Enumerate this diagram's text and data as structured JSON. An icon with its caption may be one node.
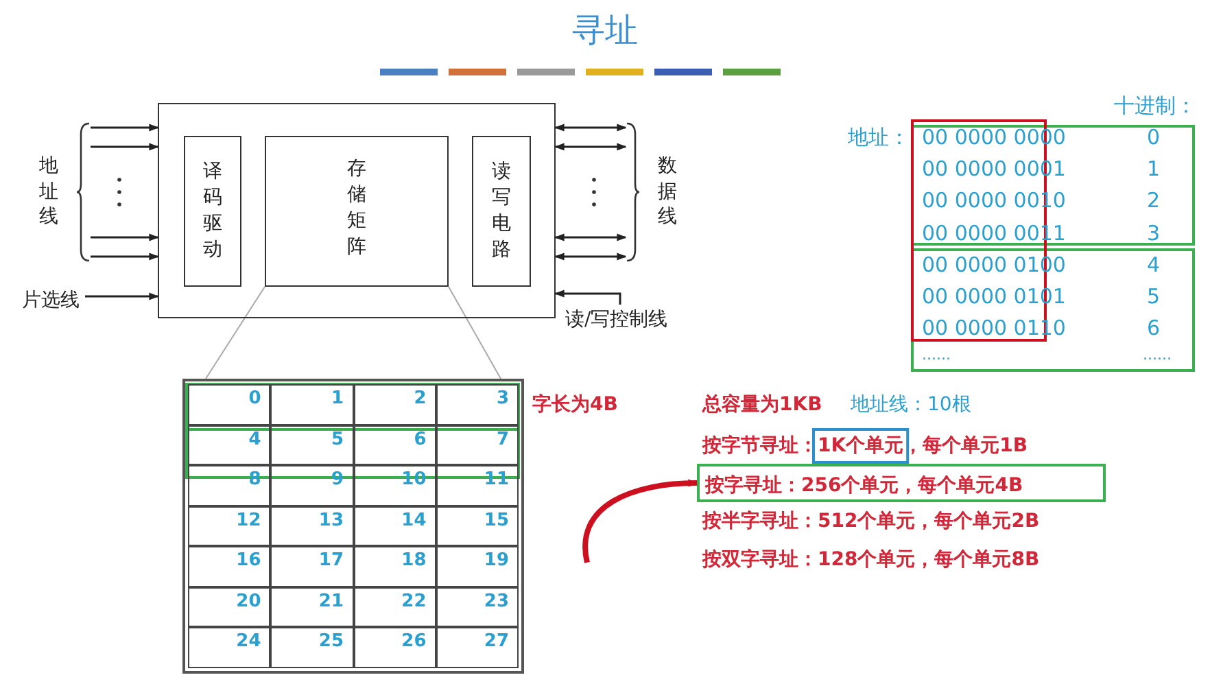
{
  "diagram": {
    "title": "寻址",
    "nodes": [
      {
        "text": [],
        "shape": "box"
      },
      {
        "text": [
          "译码驱动"
        ],
        "in": 0
      },
      {
        "text": [
          "存储矩阵"
        ],
        "in": 0
      },
      {
        "text": [
          "读写电路"
        ],
        "in": 0
      },
      {
        "text": [
          "片选线"
        ]
      },
      {
        "text": [
          "读/写控制线"
        ]
      },
      {
        "text": [
          "按字寻址：256个单元，每个单元4B"
        ]
      },
      {
        "text": [],
        "shape": "box"
      },
      {
        "text": [
          "地址线"
        ]
      },
      {
        "text": [
          "数据线"
        ]
      }
    ],
    "edges": [
      {
        "from": 8,
        "to": 0,
        "arrow": "to"
      },
      {
        "from": 8,
        "to": 0,
        "arrow": "to"
      },
      {
        "from": 8,
        "to": 0,
        "arrow": "to"
      },
      {
        "from": 8,
        "to": 0,
        "arrow": "to"
      },
      {
        "from": 0,
        "to": 9,
        "arrow": "both"
      },
      {
        "from": 0,
        "to": 9,
        "arrow": "both"
      },
      {
        "from": 0,
        "to": 9,
        "arrow": "both"
      },
      {
        "from": 0,
        "to": 9,
        "arrow": "both"
      },
      {
        "from": 4,
        "to": 0,
        "arrow": "to"
      },
      {
        "from": 5,
        "to": 0,
        "arrow": "to"
      },
      {
        "from": null,
        "to": 6,
        "arrow": "to",
        "style": "thick",
        "color": "#cc1020"
      },
      {
        "from": 2,
        "to": 7,
        "arrow": "none",
        "color": "#aaaaaa"
      },
      {
        "from": 2,
        "to": 7,
        "arrow": "none",
        "color": "#aaaaaa"
      }
    ],
    "labels": [
      "0",
      "1",
      "2",
      "3",
      "4",
      "5",
      "6",
      "7",
      "8",
      "9",
      "10",
      "11",
      "12",
      "13",
      "14",
      "15",
      "16",
      "17",
      "18",
      "19",
      "20",
      "21",
      "22",
      "23",
      "24",
      "25",
      "26",
      "27",
      "字长为4B",
      "十进制：",
      "地址：",
      "00 0000 0000",
      "0",
      "00 0000 0001",
      "1",
      "00 0000 0010",
      "2",
      "00 0000 0011",
      "3",
      "00 0000 0100",
      "4",
      "00 0000 0101",
      "5",
      "00 0000 0110",
      "6",
      "......",
      "......",
      "总容量为1KB",
      "地址线：10根",
      "按字节寻址：1K个单元，每个单元1B",
      "按半字寻址：512个单元，每个单元2B",
      "按双字寻址：128个单元，每个单元8B"
    ]
  }
}
